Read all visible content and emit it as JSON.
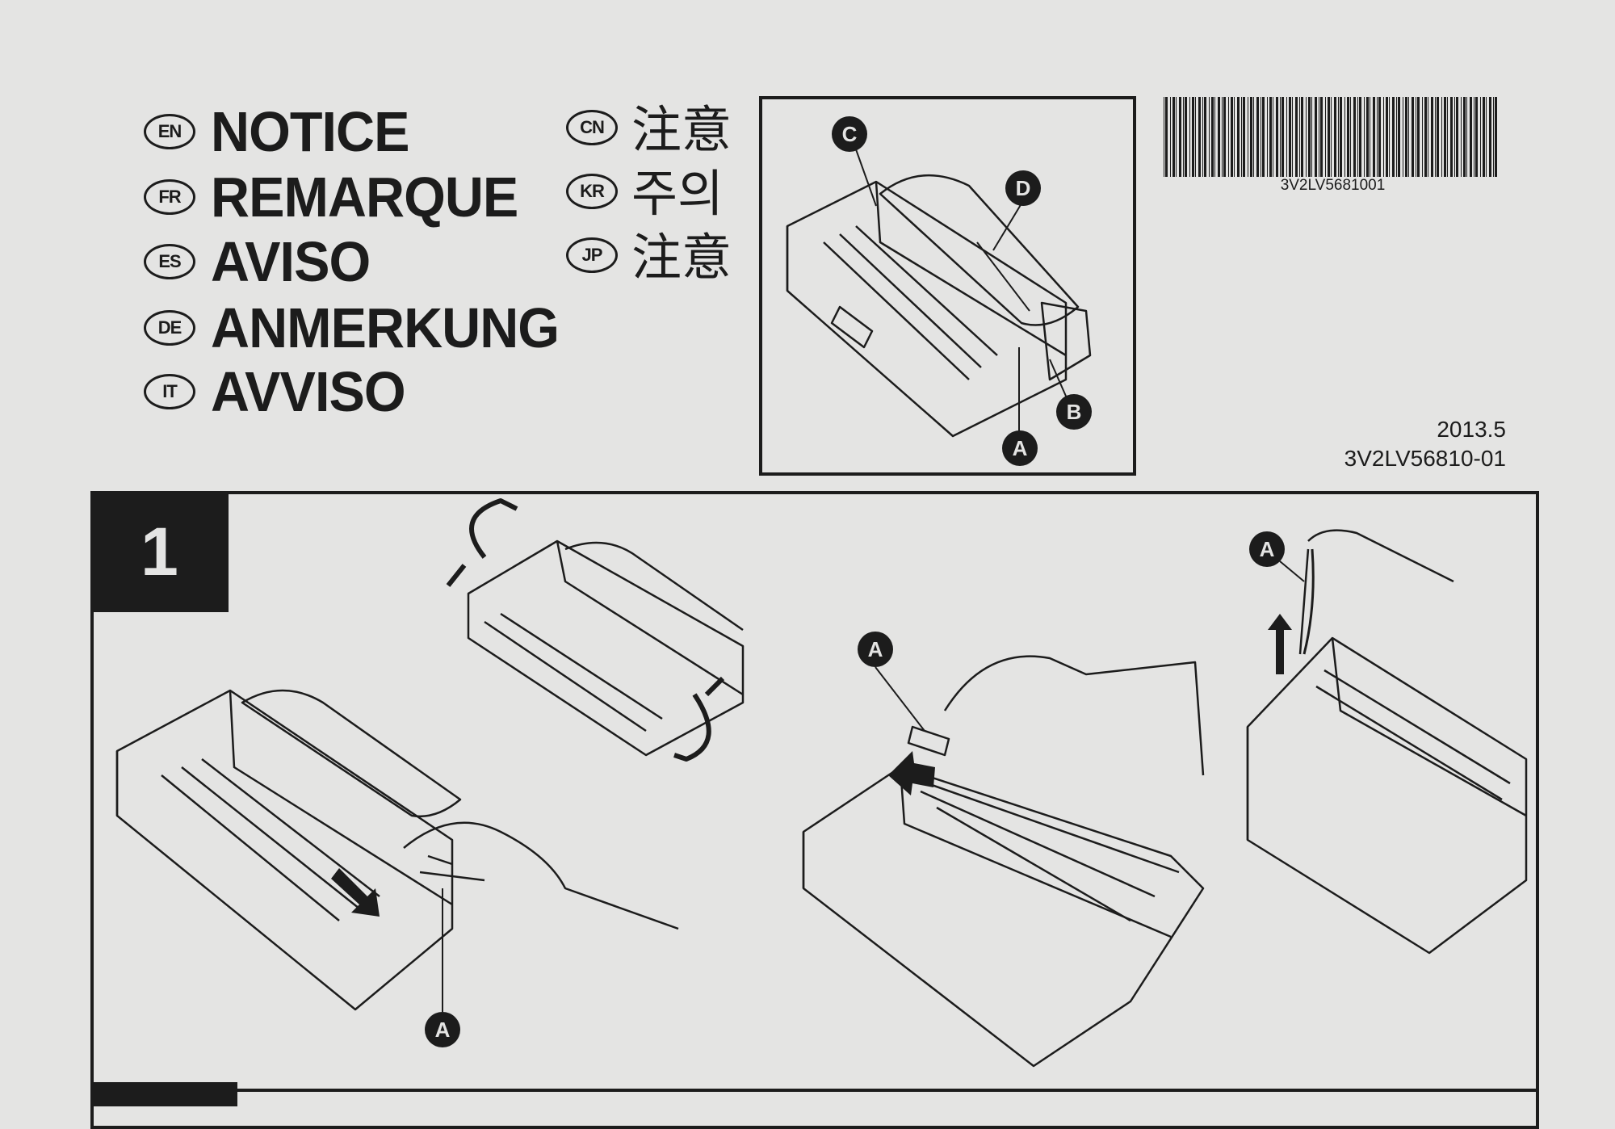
{
  "notices": [
    {
      "lang": "EN",
      "text": "NOTICE"
    },
    {
      "lang": "FR",
      "text": "REMARQUE"
    },
    {
      "lang": "ES",
      "text": "AVISO"
    },
    {
      "lang": "DE",
      "text": "ANMERKUNG"
    },
    {
      "lang": "IT",
      "text": "AVVISO"
    }
  ],
  "notices_asian": [
    {
      "lang": "CN",
      "text": "注意"
    },
    {
      "lang": "KR",
      "text": "주의"
    },
    {
      "lang": "JP",
      "text": "注意"
    }
  ],
  "overview": {
    "callouts": [
      "A",
      "B",
      "C",
      "D"
    ]
  },
  "barcode": {
    "number": "3V2LV5681001"
  },
  "date": "2013.5",
  "document_number": "3V2LV56810-01",
  "step": {
    "number": "1",
    "callouts": [
      "A",
      "A",
      "A"
    ]
  }
}
